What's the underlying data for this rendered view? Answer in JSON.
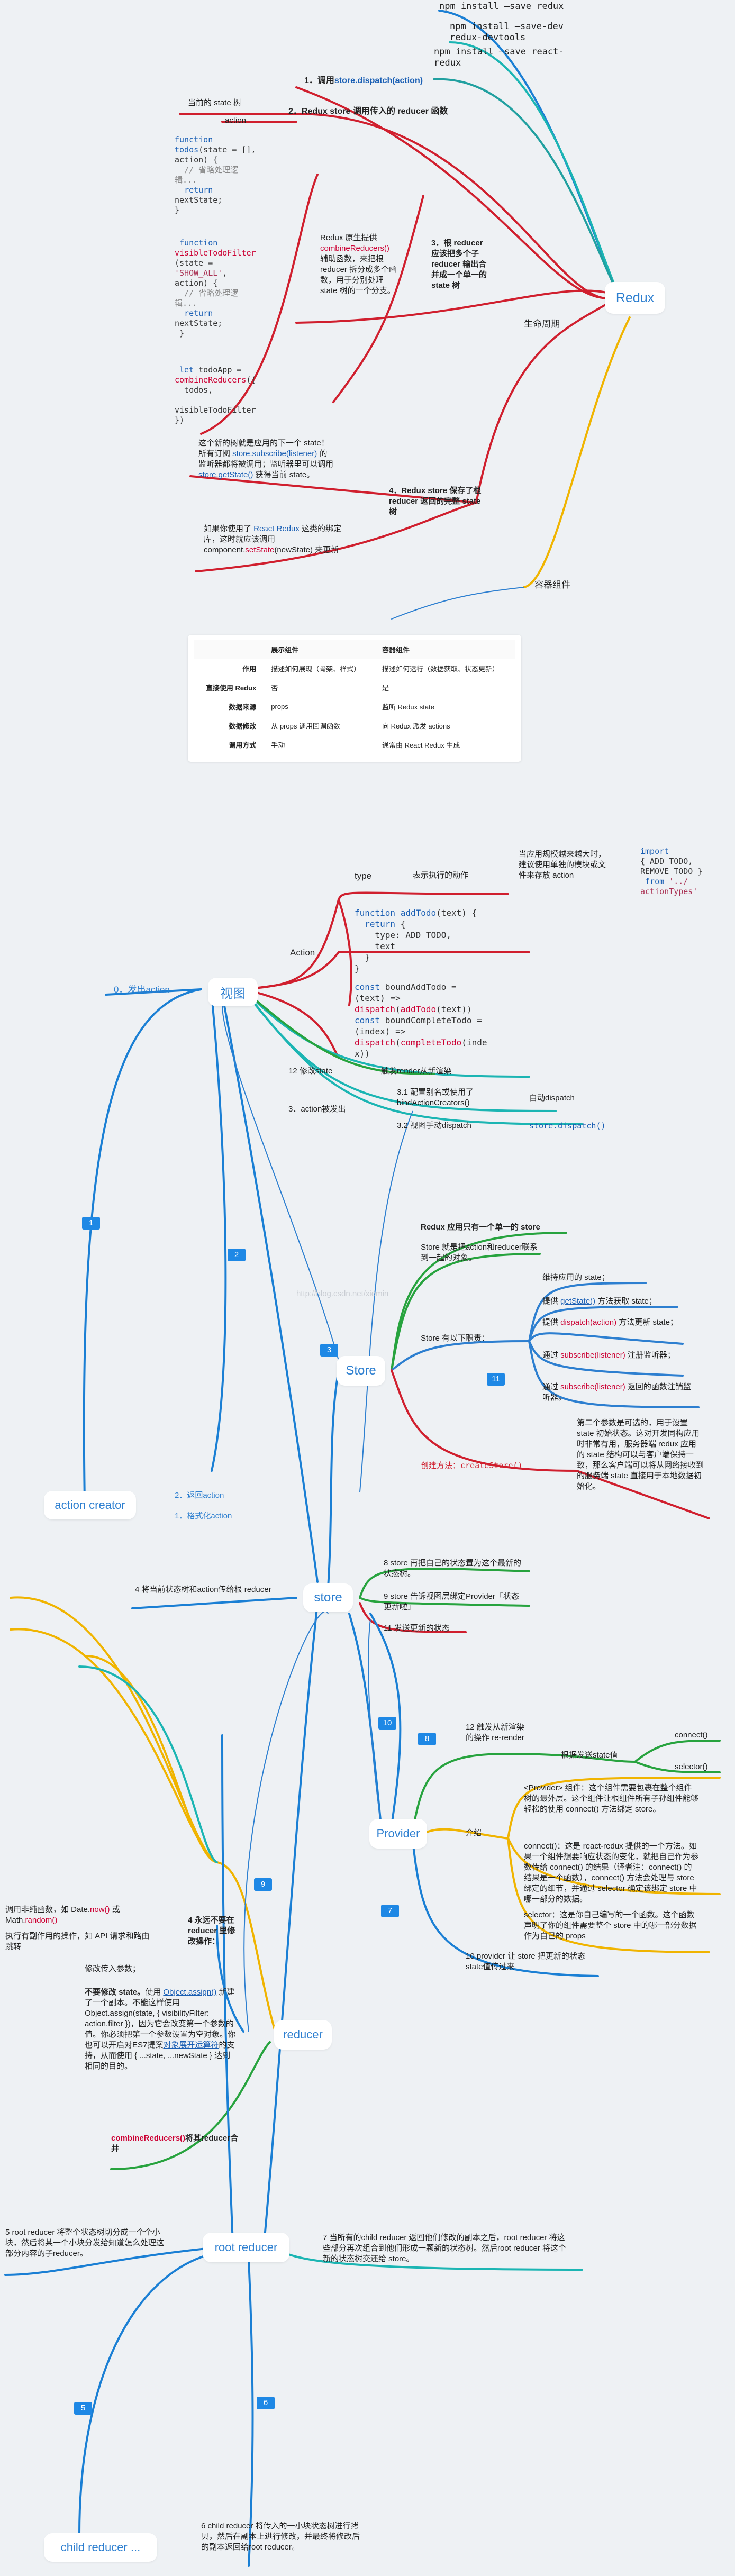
{
  "npm": {
    "save_redux": "npm install –save redux",
    "dev_devtools": "npm install –save-dev\nredux-devtools",
    "save_react_redux": "npm install –save react-\nredux"
  },
  "redux_branch": {
    "root": "Redux",
    "step1": "1．调用store.dispatch(action)",
    "step2": "2．Redux store 调用传入的 reducer 函数",
    "current_state": "当前的 state 树",
    "action": "action",
    "code_todos": "function\ntodos(state = [],\naction) {\n  // 省略处理逻\n辑...\n  return\nnextState;\n}",
    "code_visibility": "function\nvisibleTodoFilter\n(state =\n'SHOW_ALL',\naction) {\n  // 省略处理逻\n辑...\n  return\nnextState;\n}",
    "code_combine": "let todoApp =\ncombineReducers({\n  todos,\n\nvisibleTodoFilter\n})",
    "combine_desc": "Redux 原生提供 combineReducers() 辅助函数，来把根 reducer 拆分成多个函数，用于分别处理 state 树的一个分支。",
    "step3": "3．根 reducer 应该把多个子 reducer 输出合并成一个单一的 state 树",
    "lifecycle": "生命周期",
    "step4": "4．Redux store 保存了根 reducer 返回的完整 state 树",
    "subscribe_desc": "这个新的树就是应用的下一个 state！所有订阅 store.subscribe(listener) 的监听器都将被调用；监听器里可以调用 store.getState() 获得当前 state。",
    "react_redux_desc": "如果你使用了 React Redux 这类的绑定库，这时就应该调用 component.setState(newState) 来更新",
    "container": "容器组件"
  },
  "compare_table": {
    "headers": [
      "",
      "展示组件",
      "容器组件"
    ],
    "rows": [
      [
        "作用",
        "描述如何展现（骨架、样式）",
        "描述如何运行（数据获取、状态更新）"
      ],
      [
        "直接使用 Redux",
        "否",
        "是"
      ],
      [
        "数据来源",
        "props",
        "监听 Redux state"
      ],
      [
        "数据修改",
        "从 props 调用回调函数",
        "向 Redux 派发 actions"
      ],
      [
        "调用方式",
        "手动",
        "通常由 React Redux 生成"
      ]
    ]
  },
  "view_branch": {
    "view": "视图",
    "dispatch_action": "0．发出action",
    "action": "Action",
    "type": "type",
    "type_desc": "表示执行的动作",
    "big_app_note": "当应用规模越来越大时，建议使用单独的模块或文件来存放 action",
    "import_code": "import\n{ ADD_TODO,\nREMOVE_TODO }\n from '../\nactionTypes'",
    "add_todo_code": "function addTodo(text) {\n  return {\n    type: ADD_TODO,\n    text\n  }\n}",
    "bound_code": "const boundAddTodo =\n(text) =>\ndispatch(addTodo(text))\nconst boundCompleteTodo =\n(index) =>\ndispatch(completeTodo(inde\nx))",
    "modify_state": "12 修改state",
    "trigger_render": "触发render从新渲染",
    "action_dispatch": "3．action被发出",
    "bind_creators": "3.1 配置别名或使用了 bindActionCreators()",
    "auto_dispatch": "自动dispatch",
    "view_dispatch": "3.2 视图手动dispatch",
    "store_dispatch": "store.dispatch()"
  },
  "store_branch": {
    "store": "Store",
    "single_store": "Redux 应用只有一个单一的 store",
    "store_desc": "Store 就是把action和reducer联系到一起的对象。",
    "duties": "Store 有以下职责：",
    "d1": "维持应用的 state；",
    "d2": "提供 getState() 方法获取 state；",
    "d3": "提供 dispatch(action) 方法更新 state；",
    "d4": "通过 subscribe(listener) 注册监听器；",
    "d5": "通过 subscribe(listener) 返回的函数注销监听器。",
    "create": "创建方法：createStore()",
    "create_desc": "第二个参数是可选的，用于设置 state 初始状态。这对开发同构应用时非常有用，服务器端 redux 应用的 state 结构可以与客户端保持一致，那么客户端可以将从网络接收到的服务端 state 直接用于本地数据初始化。",
    "watermark": "http://blog.csdn.net/xiemin"
  },
  "creator_branch": {
    "action_creator": "action creator",
    "return_action": "2．返回action",
    "format_action": "1．格式化action"
  },
  "store2_branch": {
    "store": "store",
    "pass_state": "4 将当前状态树和action传给根 reducer",
    "save_state": "8 store 再把自己的状态置为这个最新的状态树。",
    "notify": "9 store 告诉视图层绑定Provider「状态更新啦」",
    "send_updated": "11 发送更新的状态"
  },
  "provider_branch": {
    "provider": "Provider",
    "rerender": "12 触发从新渲染的操作 re-render",
    "update_state": "根据发送state值",
    "connect": "connect()",
    "selector": "selector()",
    "intro": "介绍",
    "p1": "<Provider> 组件：这个组件需要包裹在整个组件树的最外层。这个组件让根组件所有子孙组件能够轻松的使用 connect() 方法绑定 store。",
    "p2": "connect()：这是 react-redux 提供的一个方法。如果一个组件想要响应状态的变化，就把自己作为参数传给 connect() 的结果（译者注：connect() 的结果是一个函数），connect() 方法会处理与 store 绑定的细节，并通过 selector 确定该绑定 store 中哪一部分的数据。",
    "p3": "selector：这是你自己编写的一个函数。这个函数声明了你的组件需要整个 store 中的哪一部分数据作为自己的 props",
    "p4": "10 provider 让 store 把更新的状态 state值传过来"
  },
  "reducer_branch": {
    "reducer": "reducer",
    "pure": "4 永远不要在reducer 里修改操作：",
    "no_side_effects": "调用非纯函数，如 Date.now() 或 Math.random()",
    "side_effect": "执行有副作用的操作，如 API 请求和路由跳转",
    "modify_params": "修改传入参数；",
    "no_mutate": "不要修改 state。使用 Object.assign() 新建了一个副本。不能这样使用 Object.assign(state, { visibilityFilter: action.filter })，因为它会改变第一个参数的值。你必须把第一个参数设置为空对象。你也可以开启对ES7提案对象展开运算符的支持，从而使用 { ...state, ...newState } 达到相同的目的。",
    "combine": "combineReducers()将其reducer合并"
  },
  "root_reducer_branch": {
    "root_reducer": "root reducer",
    "split": "5 root reducer 将整个状态树切分成一个个小块，然后将某一个小块分发给知道怎么处理这部分内容的子reducer。",
    "merge": "7 当所有的child reducer 返回他们修改的副本之后，root reducer 将这些部分再次组合到他们形成一颗新的状态树。然后root reducer 将这个新的状态树交还给 store。",
    "child_reducer": "child reducer ...",
    "copy": "6 child reducer 将传入的一小块状态树进行拷贝，然后在副本上进行修改，并最终将修改后的副本返回给root reducer。"
  },
  "badges": [
    "1",
    "2",
    "3",
    "5",
    "6",
    "7",
    "8",
    "9",
    "10",
    "11"
  ]
}
